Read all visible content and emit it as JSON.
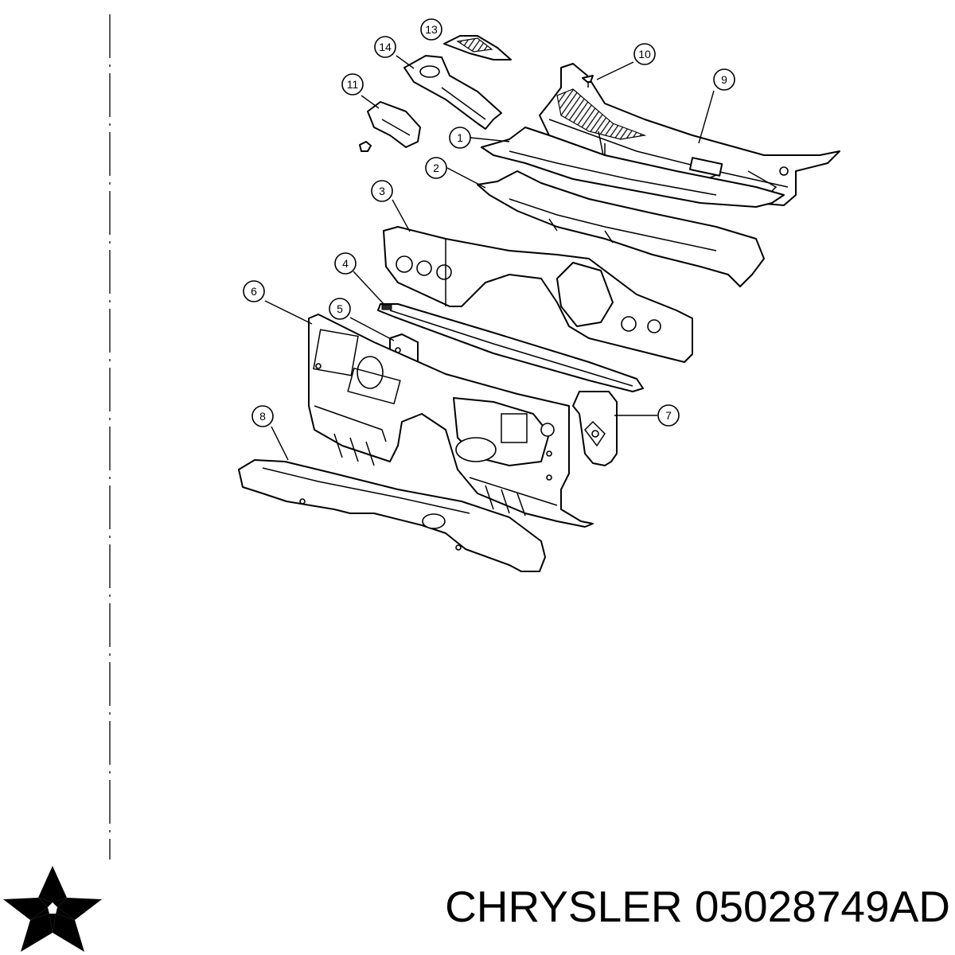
{
  "callouts": [
    {
      "label": "1"
    },
    {
      "label": "2"
    },
    {
      "label": "3"
    },
    {
      "label": "4"
    },
    {
      "label": "5"
    },
    {
      "label": "6"
    },
    {
      "label": "7"
    },
    {
      "label": "8"
    },
    {
      "label": "9"
    },
    {
      "label": "10"
    },
    {
      "label": "11"
    },
    {
      "label": "13"
    },
    {
      "label": "14"
    }
  ],
  "part_label": {
    "brand": "CHRYSLER",
    "part_number": "05028749AD",
    "text": "CHRYSLER 05028749AD"
  },
  "logo": {
    "icon": "chrysler-pentastar-icon",
    "color": "#000000"
  }
}
